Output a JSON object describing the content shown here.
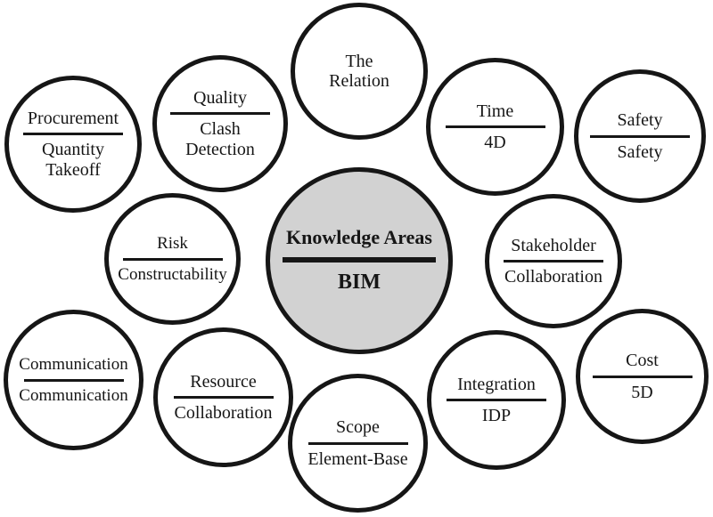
{
  "colors": {
    "center_fill": "#d2d2d2",
    "stroke": "#161616",
    "background": "#ffffff"
  },
  "center": {
    "top": "Knowledge Areas",
    "bottom": "BIM"
  },
  "nodes": {
    "relation": {
      "label": "The Relation"
    },
    "time": {
      "top": "Time",
      "bottom": "4D"
    },
    "safety": {
      "top": "Safety",
      "bottom": "Safety"
    },
    "stakeholder": {
      "top": "Stakeholder",
      "bottom": "Collaboration"
    },
    "cost": {
      "top": "Cost",
      "bottom": "5D"
    },
    "integration": {
      "top": "Integration",
      "bottom": "IDP"
    },
    "scope": {
      "top": "Scope",
      "bottom": "Element-Base"
    },
    "resource": {
      "top": "Resource",
      "bottom": "Collaboration"
    },
    "communication": {
      "top": "Communication",
      "bottom": "Communication"
    },
    "risk": {
      "top": "Risk",
      "bottom": "Constructability"
    },
    "procurement": {
      "top": "Procurement",
      "bottom": "Quantity Takeoff"
    },
    "quality": {
      "top": "Quality",
      "bottom": "Clash Detection"
    }
  }
}
